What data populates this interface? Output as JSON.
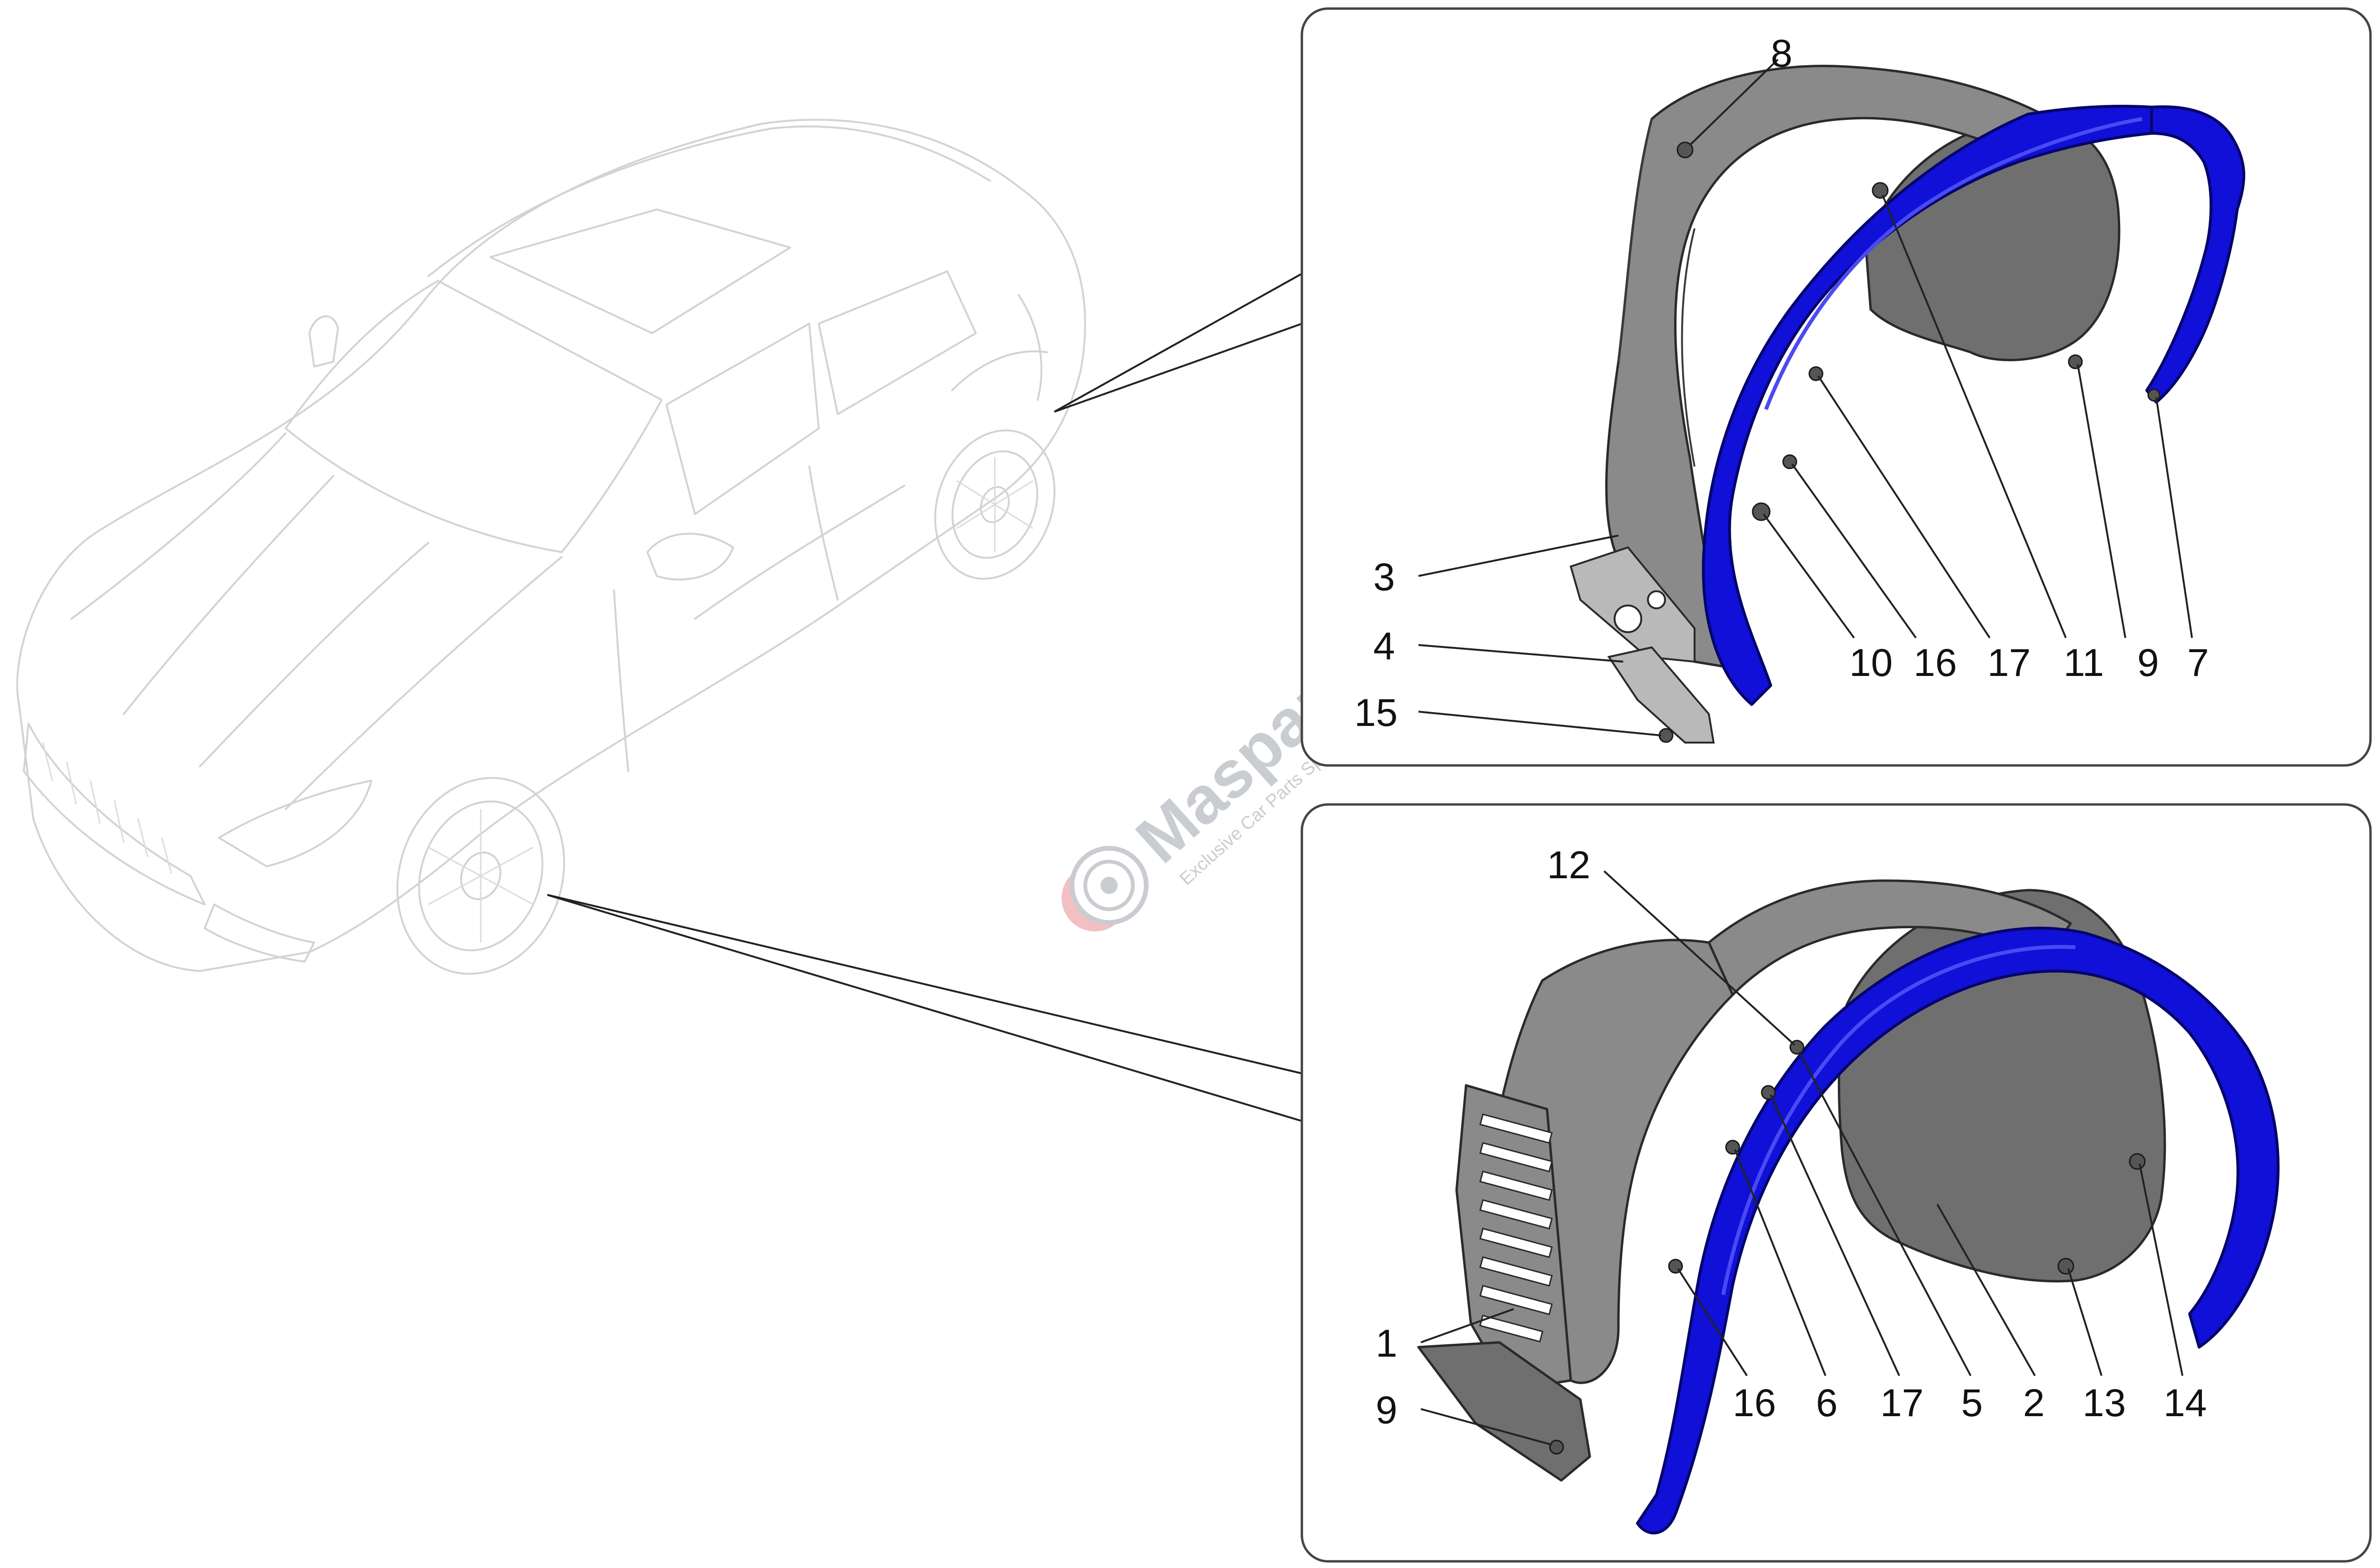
{
  "watermark": {
    "brand": "Masparts",
    "tagline": "Exclusive Car Parts Specialist"
  },
  "colors": {
    "arch_trim": "#1010d8",
    "liner": "#8a8a8a",
    "ghost_car": "#d3d3d3"
  },
  "rear_detail": {
    "callouts": [
      "8",
      "3",
      "4",
      "15",
      "10",
      "16",
      "17",
      "11",
      "9",
      "7"
    ]
  },
  "front_detail": {
    "callouts": [
      "12",
      "1",
      "9",
      "16",
      "6",
      "17",
      "5",
      "2",
      "13",
      "14"
    ]
  }
}
